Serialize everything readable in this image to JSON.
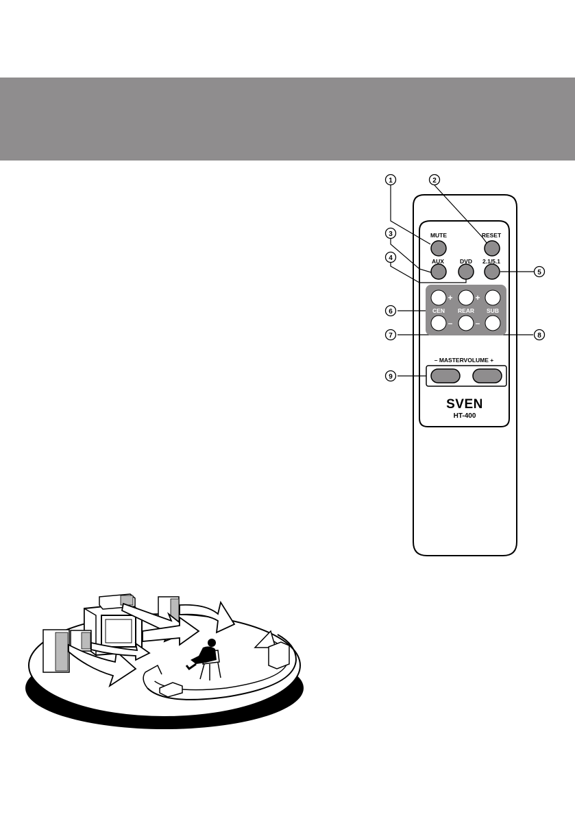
{
  "page": {
    "header_band_color": "#8f8d8e"
  },
  "remote": {
    "callouts": [
      "1",
      "2",
      "3",
      "4",
      "5",
      "6",
      "7",
      "8",
      "9"
    ],
    "labels": {
      "mute": "MUTE",
      "reset": "RESET",
      "aux": "AUX",
      "dvd": "DVD",
      "mode": "2.1/5.1",
      "cen": "CEN",
      "rear": "REAR",
      "sub": "SUB",
      "plus": "+",
      "minus": "–",
      "master_volume": "– MASTERVOLUME +"
    },
    "brand": "SVEN",
    "model": "HT-400",
    "button_color": "#8f8d8e"
  },
  "illustration": {
    "icons": [
      "speaker-icon",
      "tv-icon",
      "listener-icon",
      "sound-arrow-icon"
    ]
  }
}
